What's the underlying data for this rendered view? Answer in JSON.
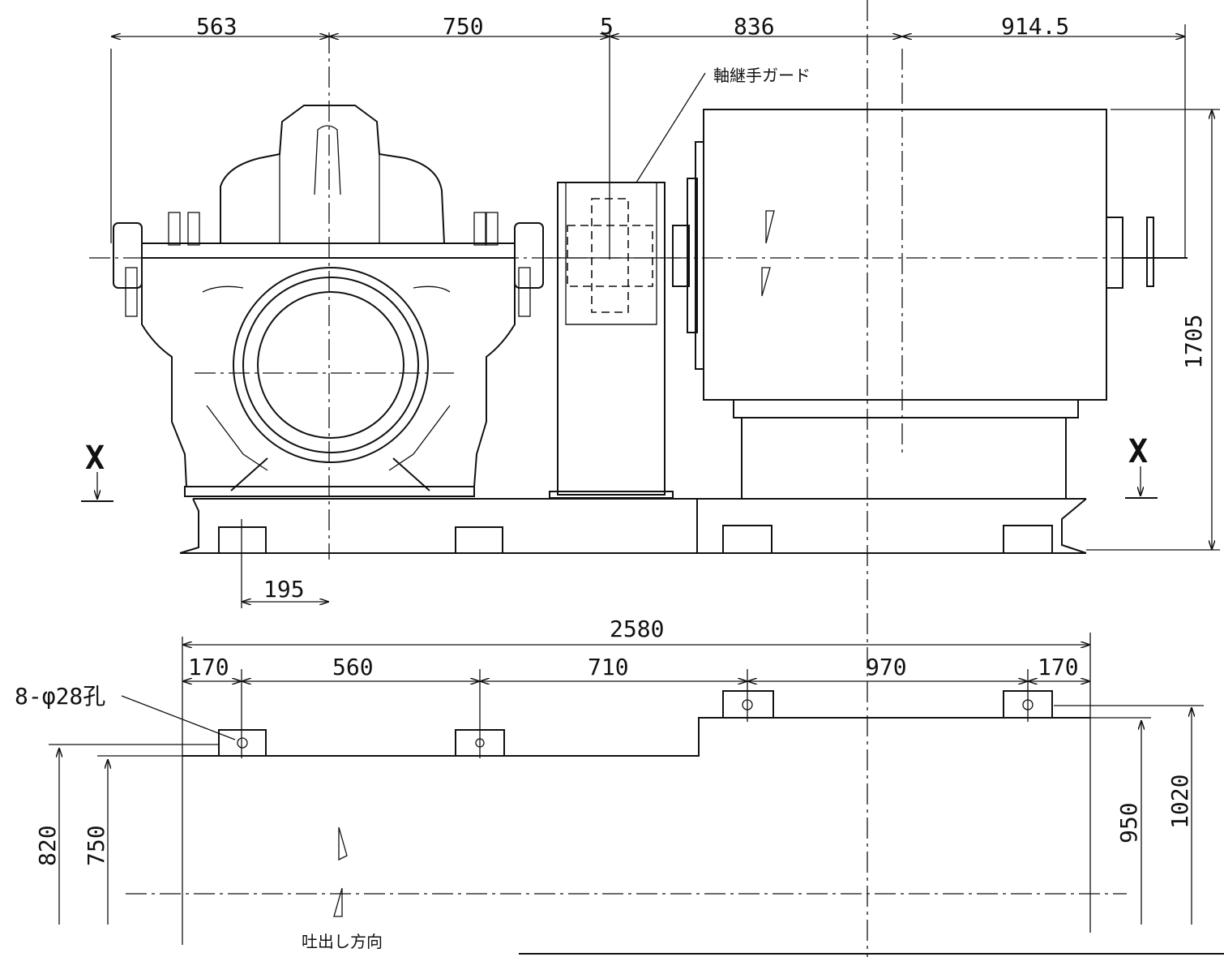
{
  "dimensions": {
    "top": [
      "563",
      "750",
      "5",
      "836",
      "914.5"
    ],
    "motor_height": "1705",
    "pump_offset": "195",
    "overall_length": "2580",
    "bolt_spacing": [
      "170",
      "560",
      "710",
      "970",
      "170"
    ],
    "heights": [
      "820",
      "750",
      "950",
      "1020"
    ]
  },
  "labels": {
    "coupling_guard": "軸継手ガード",
    "anchor_holes": "8-φ28孔",
    "discharge_direction": "吐出し方向",
    "section_left": "X",
    "section_right": "X"
  }
}
